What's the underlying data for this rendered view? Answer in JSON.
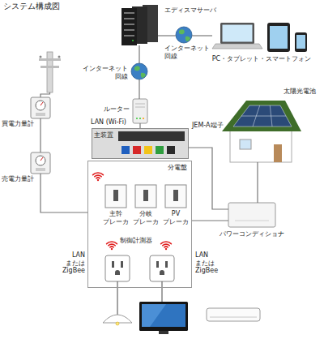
{
  "diagram": {
    "title": "システム構成図",
    "nodes": [
      {
        "text": [
          "エディスマサーバ"
        ]
      },
      {
        "text": [
          "インターネット 回線"
        ]
      },
      {
        "text": [
          "PC・タブレット・スマートフォン"
        ]
      },
      {
        "text": [
          "インターネット 回線"
        ]
      },
      {
        "text": [
          "ルーター"
        ]
      },
      {
        "text": [
          "太陽光電池"
        ]
      },
      {
        "text": [
          "買電力量計"
        ]
      },
      {
        "text": [
          "主装置"
        ]
      },
      {
        "text": [
          "売電力量計"
        ]
      },
      {
        "text": [
          "分電盤"
        ]
      },
      {
        "text": [
          "主幹 ブレーカ"
        ],
        "in": 9
      },
      {
        "text": [
          "分岐 ブレーカ"
        ],
        "in": 9
      },
      {
        "text": [
          "PV ブレーカ"
        ],
        "in": 9
      },
      {
        "text": [
          "パワーコンディショナ"
        ]
      }
    ],
    "edges": [
      {
        "from": 0,
        "to": 1,
        "arrow": "none"
      },
      {
        "from": 1,
        "to": 2,
        "arrow": "none"
      },
      {
        "from": 0,
        "to": 3,
        "arrow": "none"
      },
      {
        "from": 3,
        "to": 4,
        "arrow": "none"
      },
      {
        "from": 4,
        "to": 7,
        "arrow": "none"
      },
      {
        "from": 6,
        "to": 8,
        "arrow": "none"
      },
      {
        "from": 8,
        "to": 9,
        "arrow": "none"
      },
      {
        "from": 9,
        "to": 13,
        "arrow": "none"
      },
      {
        "from": 7,
        "to": 13,
        "arrow": "none"
      },
      {
        "from": 5,
        "to": 13,
        "arrow": "none"
      }
    ],
    "labels": [
      "LAN (Wi-Fi)",
      "JEM-A端子",
      "制御計測器",
      "LAN または ZigBee",
      "LAN または ZigBee"
    ]
  }
}
